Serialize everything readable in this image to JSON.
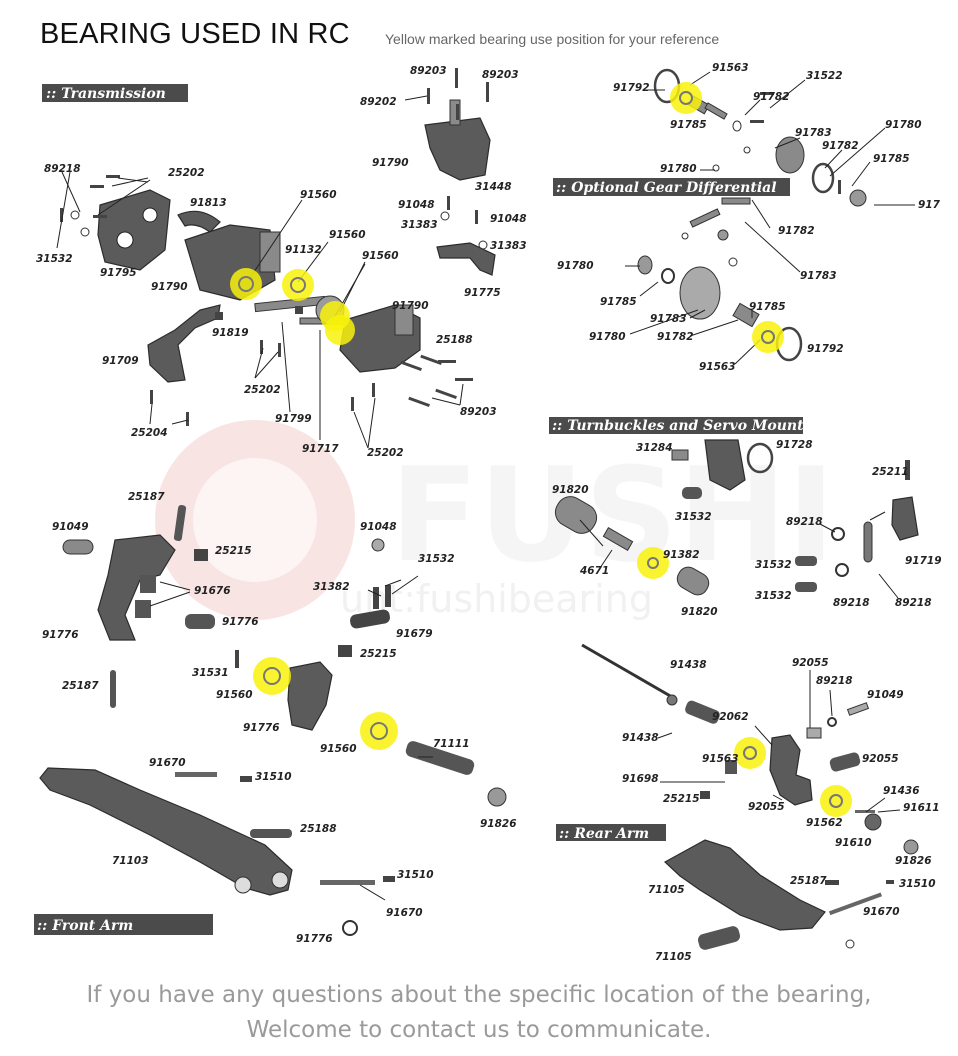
{
  "title": "BEARING USED IN RC",
  "subtitle": "Yellow marked bearing use position for your reference",
  "sections": {
    "transmission": ":: Transmission",
    "gear_diff": ":: Optional Gear Differential",
    "turnbuckles": ":: Turnbuckles and Servo Mounts",
    "front_arm": ":: Front Arm",
    "rear_arm": ":: Rear Arm"
  },
  "watermark": {
    "brand": "FUSHI",
    "account": "unt:fushibearing"
  },
  "footer": {
    "line1": "If you have any questions about the specific location of the bearing,",
    "line2": "Welcome to contact us to communicate."
  },
  "highlight_color": "#f8f20a",
  "part_numbers": {
    "t1": "89203",
    "t2": "89203",
    "t3": "89202",
    "t4": "91790",
    "t5": "89218",
    "t6": "25202",
    "t7": "91813",
    "t8": "91560",
    "t9": "91132",
    "t10": "91560",
    "t11": "91560",
    "t12": "31448",
    "t13": "91048",
    "t14": "31383",
    "t15": "91048",
    "t16": "31383",
    "t17": "31532",
    "t18": "91795",
    "t19": "91790",
    "t20": "91775",
    "t21": "91790",
    "t22": "91819",
    "t23": "91709",
    "t24": "25188",
    "t25": "25202",
    "t26": "89203",
    "t27": "25204",
    "t28": "91799",
    "t29": "91717",
    "t30": "25202",
    "g1": "91563",
    "g2": "91792",
    "g3": "31522",
    "g4": "91782",
    "g5": "91785",
    "g6": "91783",
    "g7": "91780",
    "g8": "91782",
    "g9": "91780",
    "g10": "91785",
    "g11": "917",
    "g12": "91782",
    "g13": "91780",
    "g14": "91783",
    "g15": "91785",
    "g16": "91785",
    "g17": "91783",
    "g18": "91780",
    "g19": "91782",
    "g20": "91792",
    "g21": "91563",
    "s1": "91728",
    "s2": "31284",
    "s3": "25211",
    "s4": "91820",
    "s5": "31532",
    "s6": "89218",
    "s7": "91382",
    "s8": "4671",
    "s9": "31532",
    "s10": "91719",
    "s11": "31532",
    "s12": "89218",
    "s13": "89218",
    "s14": "91820",
    "f1": "25187",
    "f2": "91049",
    "f3": "25215",
    "f4": "91048",
    "f5": "31532",
    "f6": "91676",
    "f7": "31382",
    "f8": "91776",
    "f9": "91776",
    "f10": "91679",
    "f11": "25215",
    "f12": "31531",
    "f13": "25187",
    "f14": "91560",
    "f15": "91776",
    "f16": "91560",
    "f17": "71111",
    "f18": "91670",
    "f19": "31510",
    "f20": "91826",
    "f21": "25188",
    "f22": "71103",
    "f23": "31510",
    "f24": "91670",
    "f25": "91776",
    "r1": "91438",
    "r2": "92055",
    "r3": "89218",
    "r4": "91049",
    "r5": "92062",
    "r6": "91438",
    "r7": "91563",
    "r8": "92055",
    "r9": "91698",
    "r10": "91436",
    "r11": "25215",
    "r12": "92055",
    "r13": "91611",
    "r14": "91562",
    "r15": "91610",
    "r16": "91826",
    "r17": "71105",
    "r18": "25187",
    "r19": "31510",
    "r20": "91670",
    "r21": "71105"
  }
}
